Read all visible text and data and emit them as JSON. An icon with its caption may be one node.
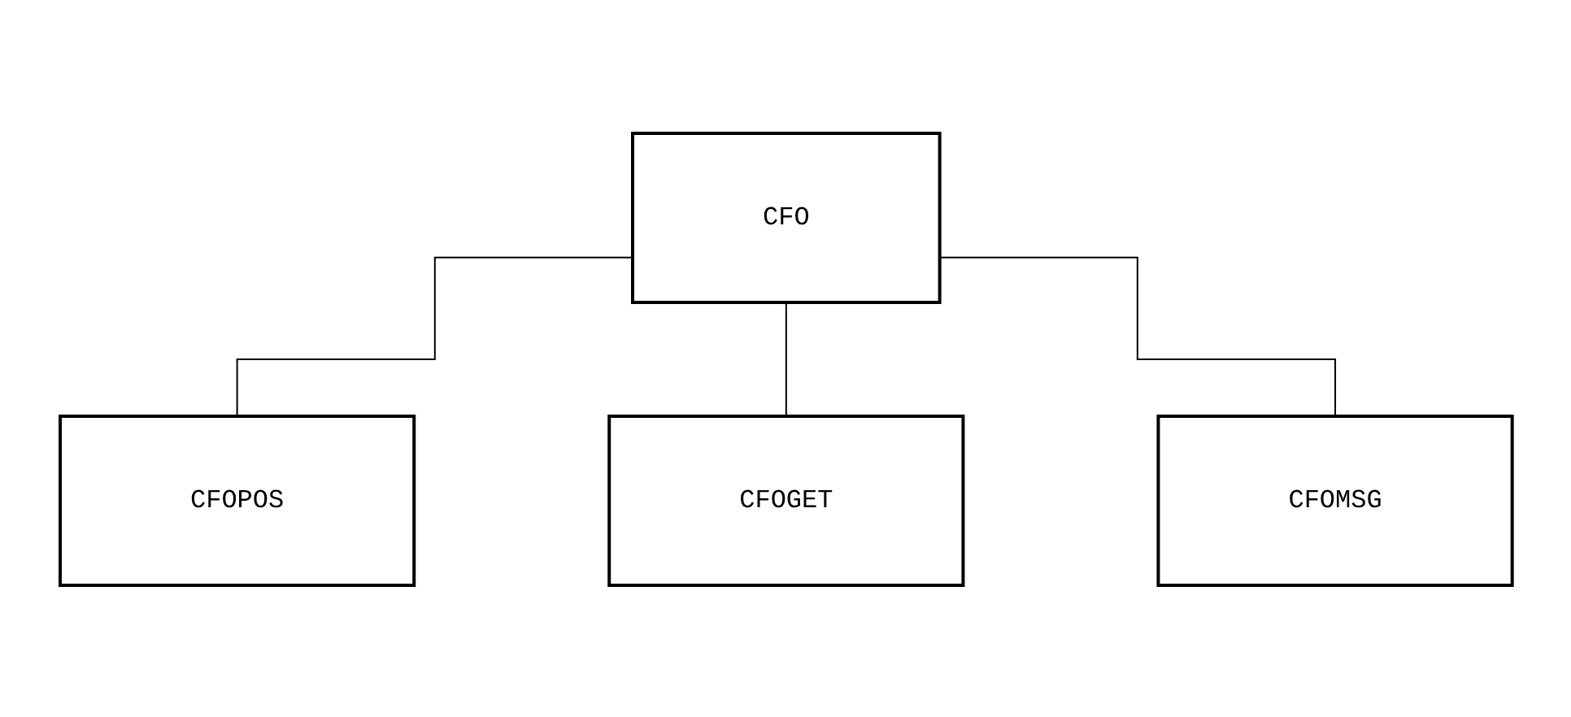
{
  "diagram": {
    "nodes": [
      {
        "text": [
          "CFO"
        ]
      },
      {
        "text": [
          "CFOPOS"
        ]
      },
      {
        "text": [
          "CFOGET"
        ]
      },
      {
        "text": [
          "CFOMSG"
        ]
      }
    ],
    "edges": [
      {
        "from": 0,
        "to": 1,
        "arrow": "none"
      },
      {
        "from": 0,
        "to": 2,
        "arrow": "none"
      },
      {
        "from": 0,
        "to": 3,
        "arrow": "none"
      }
    ]
  }
}
